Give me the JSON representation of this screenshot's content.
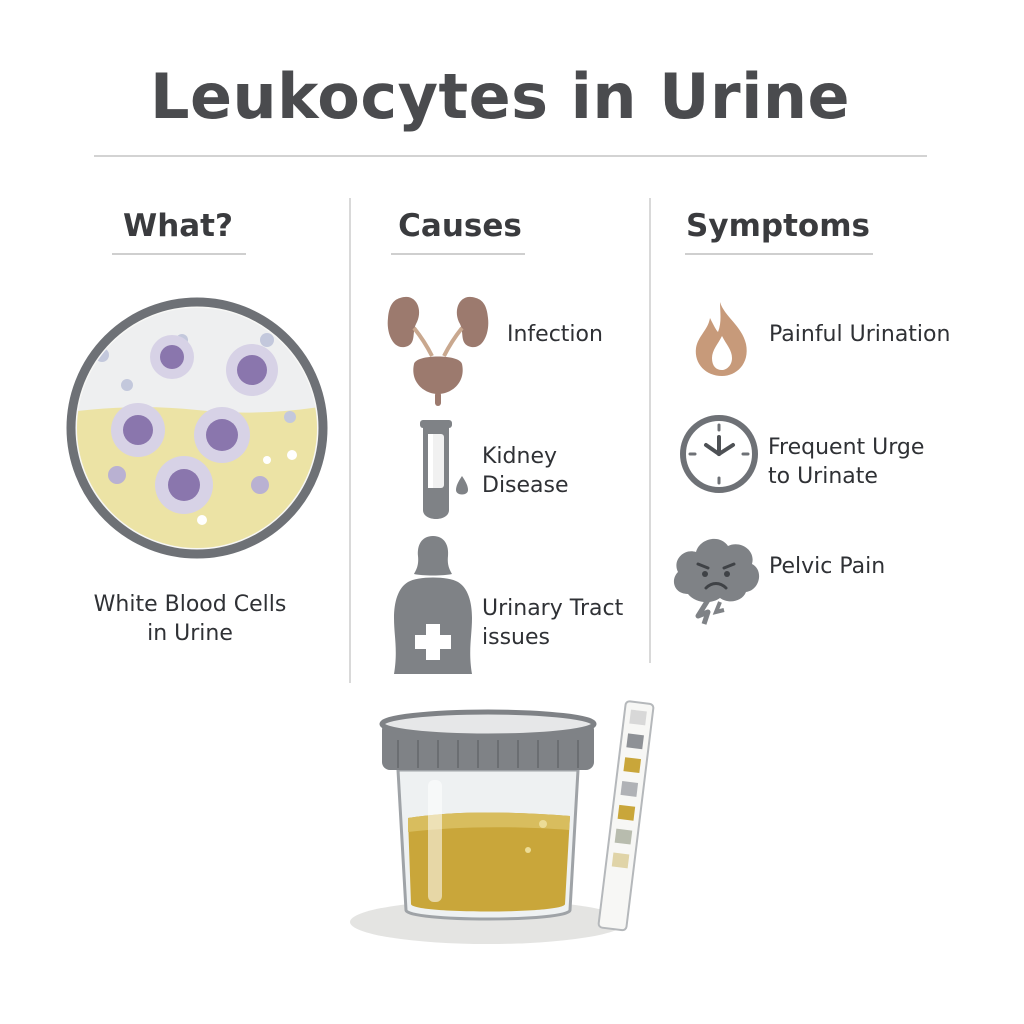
{
  "title": "Leukocytes in Urine",
  "columns": {
    "what": {
      "heading": "What?",
      "caption_line1": "White Blood Cells",
      "caption_line2": "in Urine",
      "icon": "white-blood-cells-microscope-icon"
    },
    "causes": {
      "heading": "Causes",
      "items": [
        {
          "line1": "Infection",
          "line2": "",
          "icon": "kidneys-bladder-icon"
        },
        {
          "line1": "Kidney",
          "line2": "Disease",
          "icon": "test-tube-icon"
        },
        {
          "line1": "Urinary Tract",
          "line2": "issues",
          "icon": "body-silhouette-cross-icon"
        }
      ]
    },
    "symptoms": {
      "heading": "Symptoms",
      "items": [
        {
          "line1": "Painful Urination",
          "line2": "",
          "icon": "flame-drop-icon"
        },
        {
          "line1": "Frequent Urge",
          "line2": "to Urinate",
          "icon": "clock-icon"
        },
        {
          "line1": "Pelvic Pain",
          "line2": "",
          "icon": "pain-cloud-face-icon"
        }
      ]
    }
  },
  "colors": {
    "title": "#4a4b4e",
    "gray_icon": "#7f8286",
    "brown_icon": "#9c7a6e",
    "urine_yellow": "#c9a63a",
    "cell_purple": "#8a76ad",
    "flame_tan": "#c79a7a"
  },
  "bottom_icons": [
    "urine-sample-cup-icon",
    "urine-test-strip-icon"
  ]
}
